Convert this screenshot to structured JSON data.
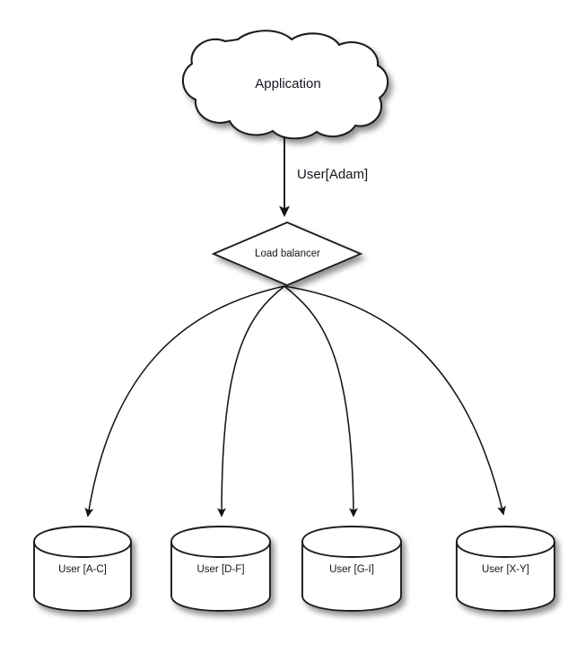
{
  "diagram": {
    "title_text": "Application",
    "background_color": "#ffffff",
    "stroke_color": "#1a1a1a",
    "fill_color": "#ffffff",
    "text_color": "#14141e",
    "shadow_color": "#9a9a9a",
    "source": {
      "shape": "cloud",
      "label": "Application",
      "icon": "cloud-icon"
    },
    "router": {
      "shape": "diamond",
      "label": "Load balancer",
      "icon": "diamond-decision-icon"
    },
    "primary_edge": {
      "label": "User[Adam]",
      "arrow": "arrow-down-icon"
    },
    "shards": [
      {
        "label": "User [A-C]",
        "shape": "cylinder",
        "icon": "database-icon"
      },
      {
        "label": "User [D-F]",
        "shape": "cylinder",
        "icon": "database-icon"
      },
      {
        "label": "User [G-I]",
        "shape": "cylinder",
        "icon": "database-icon"
      },
      {
        "label": "User [X-Y]",
        "shape": "cylinder",
        "icon": "database-icon"
      }
    ]
  }
}
